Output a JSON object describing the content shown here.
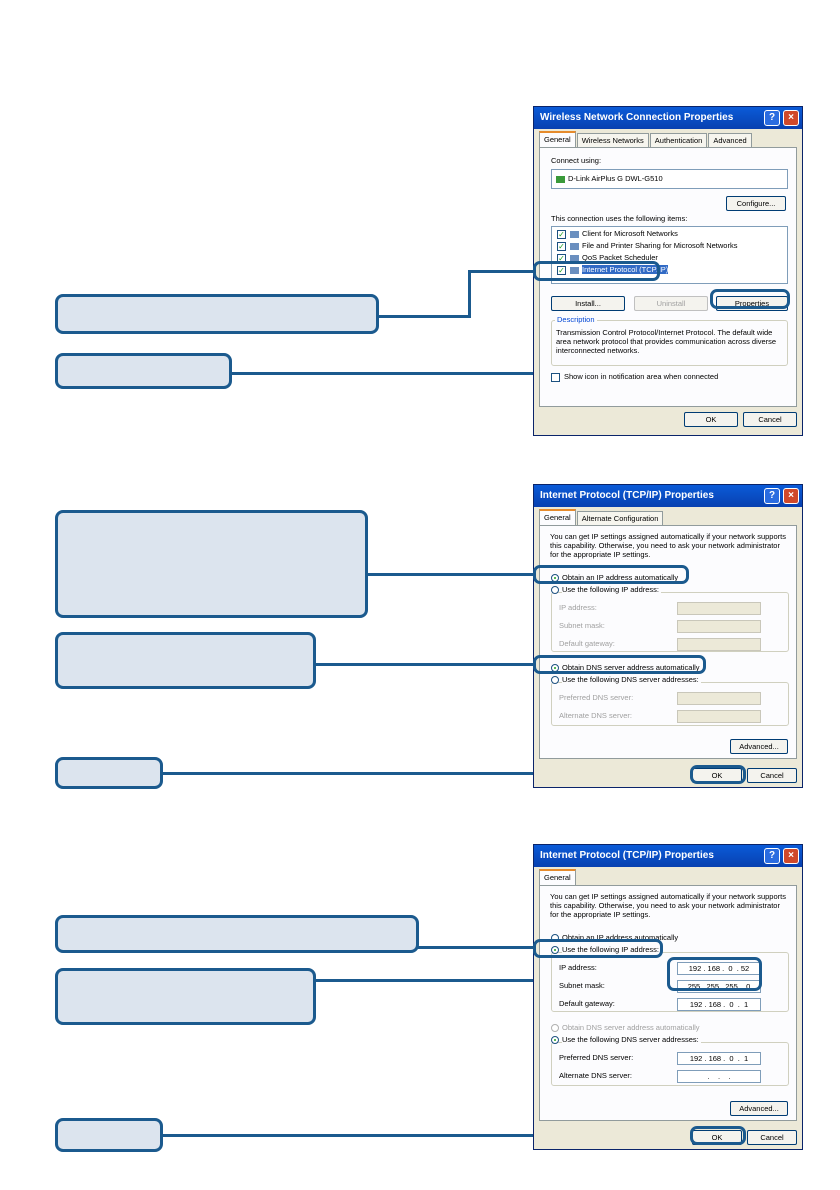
{
  "dialog1": {
    "title": "Wireless Network Connection Properties",
    "tabs": [
      "General",
      "Wireless Networks",
      "Authentication",
      "Advanced"
    ],
    "connect_using_label": "Connect using:",
    "adapter": "D-Link AirPlus G DWL-G510",
    "configure_button": "Configure...",
    "items_label": "This connection uses the following items:",
    "items": [
      "Client for Microsoft Networks",
      "File and Printer Sharing for Microsoft Networks",
      "QoS Packet Scheduler",
      "Internet Protocol (TCP/IP)"
    ],
    "install_button": "Install...",
    "uninstall_button": "Uninstall",
    "properties_button": "Properties",
    "description_label": "Description",
    "description_text": "Transmission Control Protocol/Internet Protocol. The default wide area network protocol that provides communication across diverse interconnected networks.",
    "show_icon_label": "Show icon in notification area when connected",
    "ok_button": "OK",
    "cancel_button": "Cancel"
  },
  "dialog2": {
    "title": "Internet Protocol (TCP/IP) Properties",
    "tabs": [
      "General",
      "Alternate Configuration"
    ],
    "intro": "You can get IP settings assigned automatically if your network supports this capability. Otherwise, you need to ask your network administrator for the appropriate IP settings.",
    "obtain_ip": "Obtain an IP address automatically",
    "use_ip": "Use the following IP address:",
    "ip_label": "IP address:",
    "subnet_label": "Subnet mask:",
    "gateway_label": "Default gateway:",
    "obtain_dns": "Obtain DNS server address automatically",
    "use_dns": "Use the following DNS server addresses:",
    "pref_dns_label": "Preferred DNS server:",
    "alt_dns_label": "Alternate DNS server:",
    "advanced_button": "Advanced...",
    "ok_button": "OK",
    "cancel_button": "Cancel"
  },
  "dialog3": {
    "title": "Internet Protocol (TCP/IP) Properties",
    "tabs": [
      "General"
    ],
    "intro": "You can get IP settings assigned automatically if your network supports this capability. Otherwise, you need to ask your network administrator for the appropriate IP settings.",
    "obtain_ip": "Obtain an IP address automatically",
    "use_ip": "Use the following IP address:",
    "ip_label": "IP address:",
    "ip_value": "192 . 168 .  0  . 52",
    "subnet_label": "Subnet mask:",
    "subnet_value": "255 . 255 . 255 .  0",
    "gateway_label": "Default gateway:",
    "gateway_value": "192 . 168 .  0  .  1",
    "obtain_dns": "Obtain DNS server address automatically",
    "use_dns": "Use the following DNS server addresses:",
    "pref_dns_label": "Preferred DNS server:",
    "pref_dns_value": "192 . 168 .  0  .  1",
    "alt_dns_label": "Alternate DNS server:",
    "alt_dns_value": "  .    .    .  ",
    "advanced_button": "Advanced...",
    "ok_button": "OK",
    "cancel_button": "Cancel"
  },
  "colors": {
    "callout_border": "#1b5a8e",
    "callout_fill": "#dce4ee",
    "title_bar": "#0a5bd8"
  }
}
